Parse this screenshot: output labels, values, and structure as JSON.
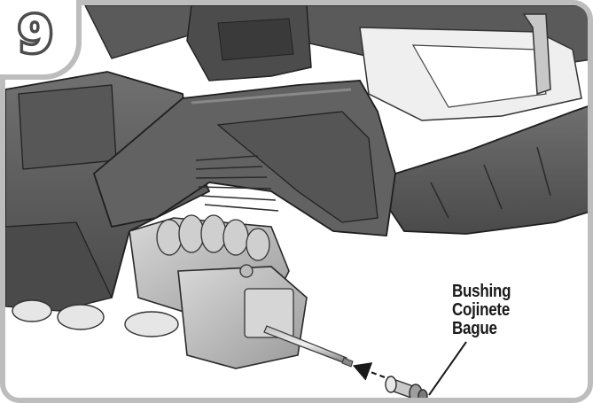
{
  "step": {
    "number": "9"
  },
  "callout": {
    "lines": [
      "Bushing",
      "Cojinete",
      "Bague"
    ]
  },
  "icons": {
    "arrow": "dashed-insertion-arrow"
  },
  "colors": {
    "frame": "#bdbdbd",
    "part": "#6b6b6b",
    "part_dark": "#3c3c3c",
    "part_light": "#a8a8a8",
    "text": "#1a1a1a"
  }
}
